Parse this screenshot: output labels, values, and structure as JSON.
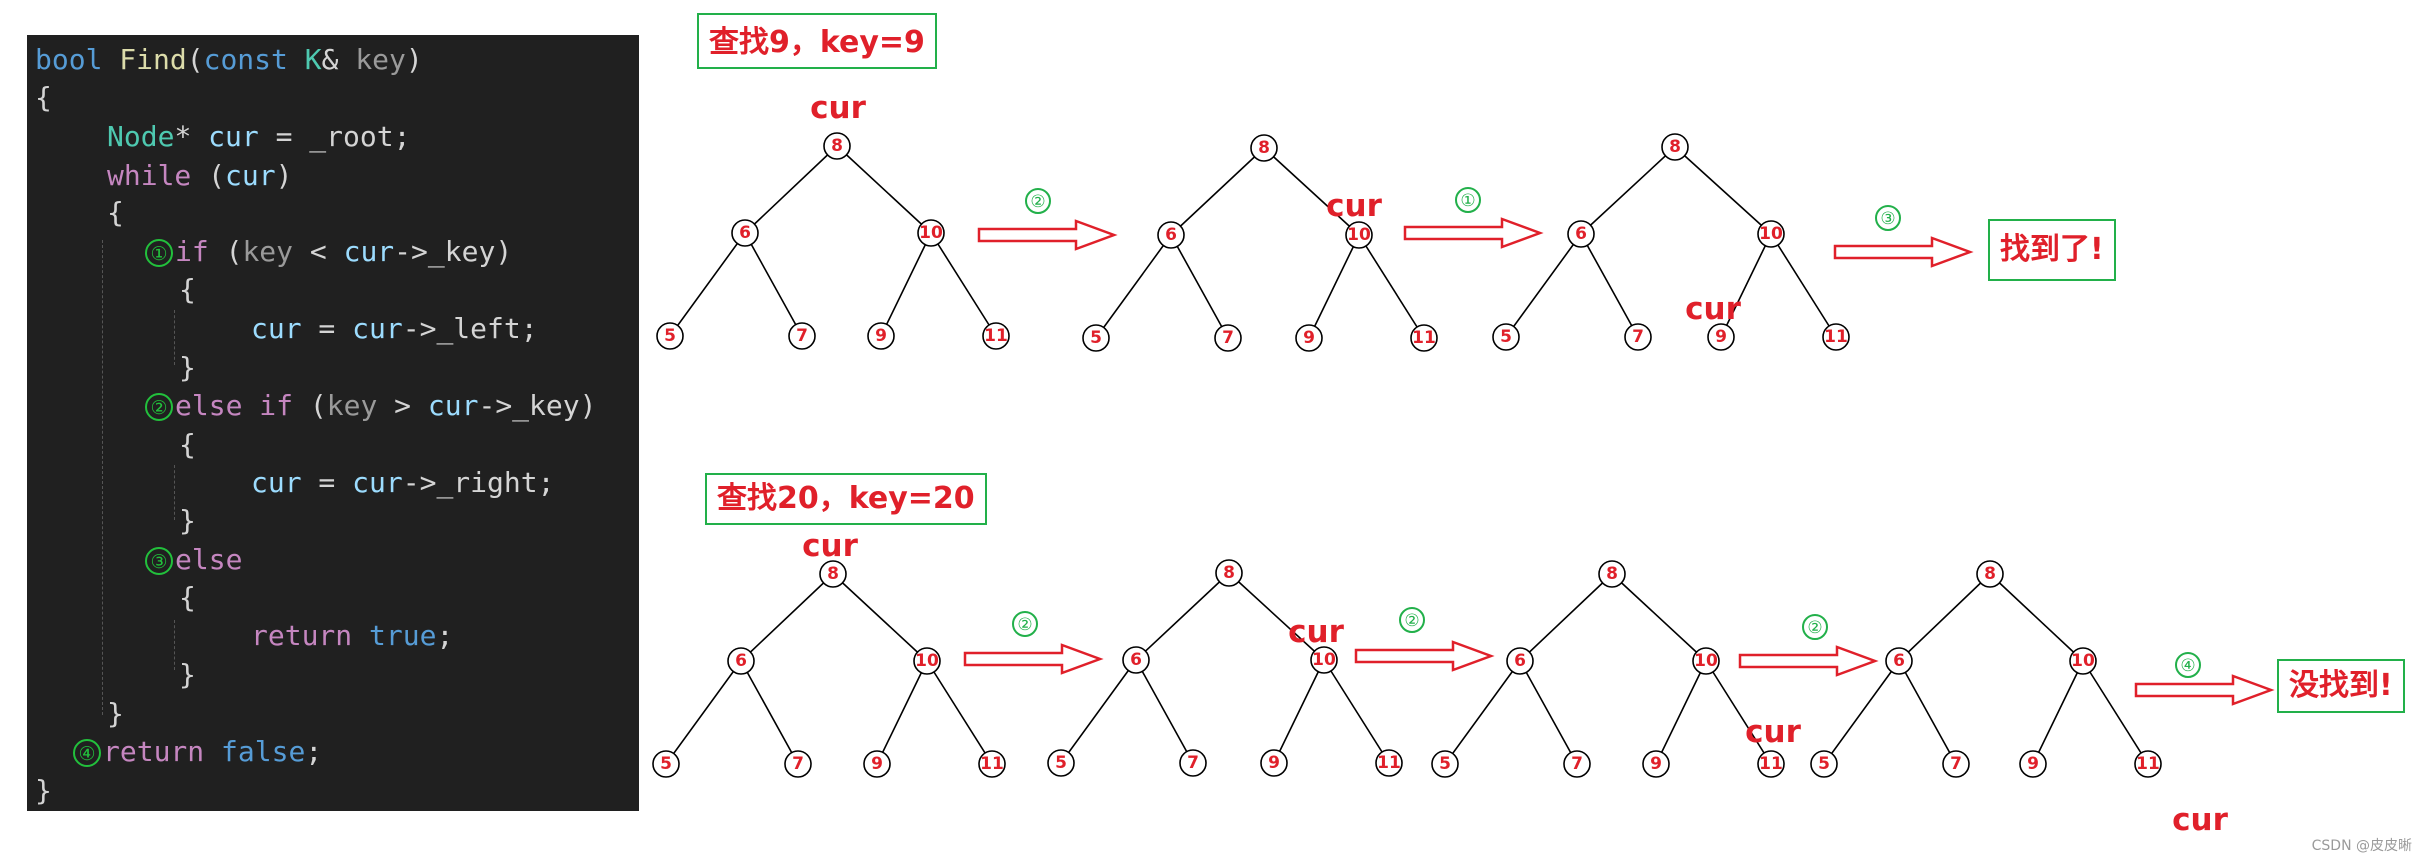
{
  "code": {
    "lines": [
      {
        "indent": 0,
        "marker": "",
        "tokens": [
          [
            "bool",
            "kw"
          ],
          [
            " ",
            "p"
          ],
          [
            "Find",
            "fn"
          ],
          [
            "(",
            "p"
          ],
          [
            "const",
            "kw"
          ],
          [
            " ",
            "p"
          ],
          [
            "K",
            "ty"
          ],
          [
            "& ",
            "p"
          ],
          [
            "key",
            "gv"
          ],
          [
            ")",
            "p"
          ]
        ]
      },
      {
        "indent": 0,
        "marker": "",
        "tokens": [
          [
            "{",
            "p"
          ]
        ]
      },
      {
        "indent": 1,
        "marker": "",
        "tokens": [
          [
            "Node",
            "ty"
          ],
          [
            "* ",
            "p"
          ],
          [
            "cur",
            "var"
          ],
          [
            " = _root;",
            "p"
          ]
        ]
      },
      {
        "indent": 1,
        "marker": "",
        "tokens": [
          [
            "while",
            "ctl"
          ],
          [
            " (",
            "p"
          ],
          [
            "cur",
            "var"
          ],
          [
            ")",
            "p"
          ]
        ]
      },
      {
        "indent": 1,
        "marker": "",
        "tokens": [
          [
            "{",
            "p"
          ]
        ]
      },
      {
        "indent": 2,
        "marker": "①",
        "tokens": [
          [
            "if",
            "ctl"
          ],
          [
            " (",
            "p"
          ],
          [
            "key",
            "gv"
          ],
          [
            " < ",
            "p"
          ],
          [
            "cur",
            "var"
          ],
          [
            "->_key)",
            "p"
          ]
        ]
      },
      {
        "indent": 2,
        "marker": "",
        "tokens": [
          [
            "{",
            "p"
          ]
        ]
      },
      {
        "indent": 3,
        "marker": "",
        "tokens": [
          [
            "cur",
            "var"
          ],
          [
            " = ",
            "p"
          ],
          [
            "cur",
            "var"
          ],
          [
            "->_left;",
            "p"
          ]
        ]
      },
      {
        "indent": 2,
        "marker": "",
        "tokens": [
          [
            "}",
            "p"
          ]
        ]
      },
      {
        "indent": 2,
        "marker": "②",
        "tokens": [
          [
            "else",
            "ctl"
          ],
          [
            " ",
            "p"
          ],
          [
            "if",
            "ctl"
          ],
          [
            " (",
            "p"
          ],
          [
            "key",
            "gv"
          ],
          [
            " > ",
            "p"
          ],
          [
            "cur",
            "var"
          ],
          [
            "->_key)",
            "p"
          ]
        ]
      },
      {
        "indent": 2,
        "marker": "",
        "tokens": [
          [
            "{",
            "p"
          ]
        ]
      },
      {
        "indent": 3,
        "marker": "",
        "tokens": [
          [
            "cur",
            "var"
          ],
          [
            " = ",
            "p"
          ],
          [
            "cur",
            "var"
          ],
          [
            "->_right;",
            "p"
          ]
        ]
      },
      {
        "indent": 2,
        "marker": "",
        "tokens": [
          [
            "}",
            "p"
          ]
        ]
      },
      {
        "indent": 2,
        "marker": "③",
        "tokens": [
          [
            "else",
            "ctl"
          ]
        ]
      },
      {
        "indent": 2,
        "marker": "",
        "tokens": [
          [
            "{",
            "p"
          ]
        ]
      },
      {
        "indent": 3,
        "marker": "",
        "tokens": [
          [
            "return",
            "ctl"
          ],
          [
            " ",
            "p"
          ],
          [
            "true",
            "kw"
          ],
          [
            ";",
            "p"
          ]
        ]
      },
      {
        "indent": 2,
        "marker": "",
        "tokens": [
          [
            "}",
            "p"
          ]
        ]
      },
      {
        "indent": 1,
        "marker": "",
        "tokens": [
          [
            "}",
            "p"
          ]
        ]
      },
      {
        "indent": 1,
        "marker": "④",
        "tokens": [
          [
            "return",
            "ctl"
          ],
          [
            " ",
            "p"
          ],
          [
            "false",
            "kw"
          ],
          [
            ";",
            "p"
          ]
        ]
      },
      {
        "indent": 0,
        "marker": "",
        "tokens": [
          [
            "}",
            "p"
          ]
        ]
      }
    ]
  },
  "colors": {
    "kw": "#569cd6",
    "fn": "#dcdcaa",
    "ty": "#4ec9b0",
    "var": "#9cdcfe",
    "ctl": "#c586c0",
    "gv": "#9a9a9a",
    "p": "#d4d4d4",
    "accent_red": "#e0202a",
    "accent_green": "#22b04a",
    "node_text": "#e0202a"
  },
  "search1": {
    "title": "查找9，key=9",
    "cur_label": "cur",
    "step_labels": [
      "②",
      "①",
      "③"
    ],
    "result": "找到了!"
  },
  "search2": {
    "title": "查找20，key=20",
    "cur_label": "cur",
    "step_labels": [
      "②",
      "②",
      "②",
      "④"
    ],
    "result": "没找到!"
  },
  "tree": {
    "root": "8",
    "left": "6",
    "right": "10",
    "left_left": "5",
    "left_right": "7",
    "right_left": "9",
    "right_right": "11"
  },
  "watermark": "CSDN @皮皮晰"
}
